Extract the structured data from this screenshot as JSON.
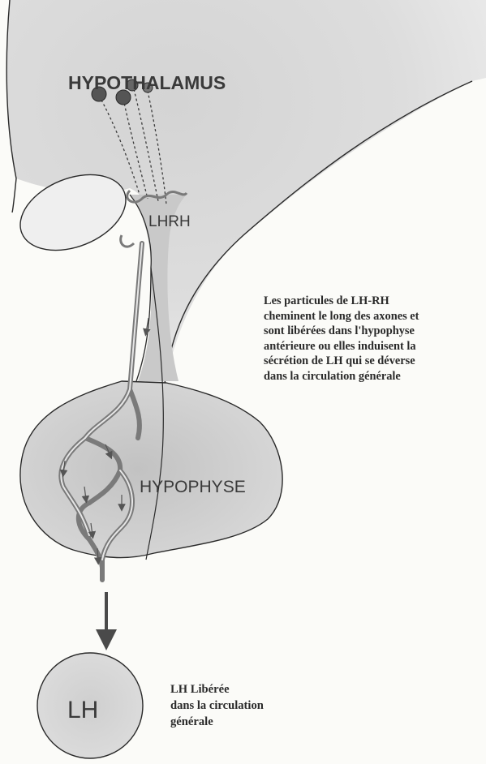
{
  "diagram": {
    "labels": {
      "hypothalamus": "HYPOTHALAMUS",
      "lhrh": "LHRH",
      "hypophyse": "HYPOPHYSE",
      "lh": "LH"
    },
    "description": "Les particules de LH-RH\ncheminent  le long des axones et\nsont libérées dans l'hypophyse\nantérieure ou elles induisent la\nsécrétion de LH qui se déverse\ndans la circulation générale",
    "lh_caption": "LH Libérée\ndans la circulation\ngénérale"
  },
  "colors": {
    "background": "#fbfbf8",
    "tissue_fill": "#cfcfcf",
    "outline": "#2a2a2a",
    "text": "#2a2a2a"
  }
}
